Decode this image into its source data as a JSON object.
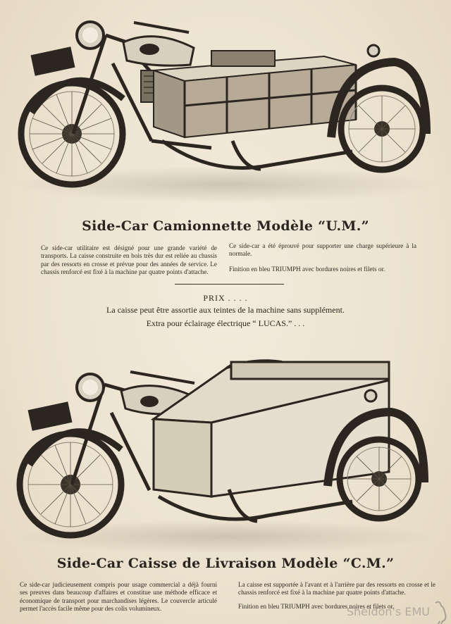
{
  "um": {
    "heading": "Side-Car Camionnette Modèle “U.M.”",
    "left_text": "Ce side-car utilitaire est désigné pour une grande variété de transports. La caisse construite en bois très dur est reliée au chassis par des ressorts en crosse et prévue pour des années de service. Le chassis renforcé est fixé à la machine par quatre points d'attache.",
    "right_text_1": "Ce side-car a été éprouvé pour supporter une charge supérieure à la normale.",
    "right_text_2": "Finition en bleu TRIUMPH avec bordures noires et filets or."
  },
  "price": {
    "prix": "PRIX . . . .",
    "caisse": "La caisse peut être assortie aux teintes de la machine sans supplément.",
    "extra": "Extra pour éclairage électrique “ LUCAS.” . . ."
  },
  "cm": {
    "heading": "Side-Car Caisse de Livraison Modèle “C.M.”",
    "left_text": "Ce side-car judicieusement compris pour usage commercial a déjà fourni ses preuves dans beaucoup d'affaires et constitue une méthode efficace et économique de transport pour marchandises légères. Le couvercle articulé permet l'accès facile même pour des colis volumineux.",
    "right_text_1": "La caisse est supportée à l'avant et à l'arrière par des ressorts en crosse et le chassis renforcé est fixé à la machine par quatre points d'attache.",
    "right_text_2": "Finition en bleu TRIUMPH avec bordures noires et filets or."
  },
  "watermark": {
    "text": "Sheldon's EMU"
  },
  "colors": {
    "paper": "#efe6d6",
    "ink": "#2a241c"
  }
}
